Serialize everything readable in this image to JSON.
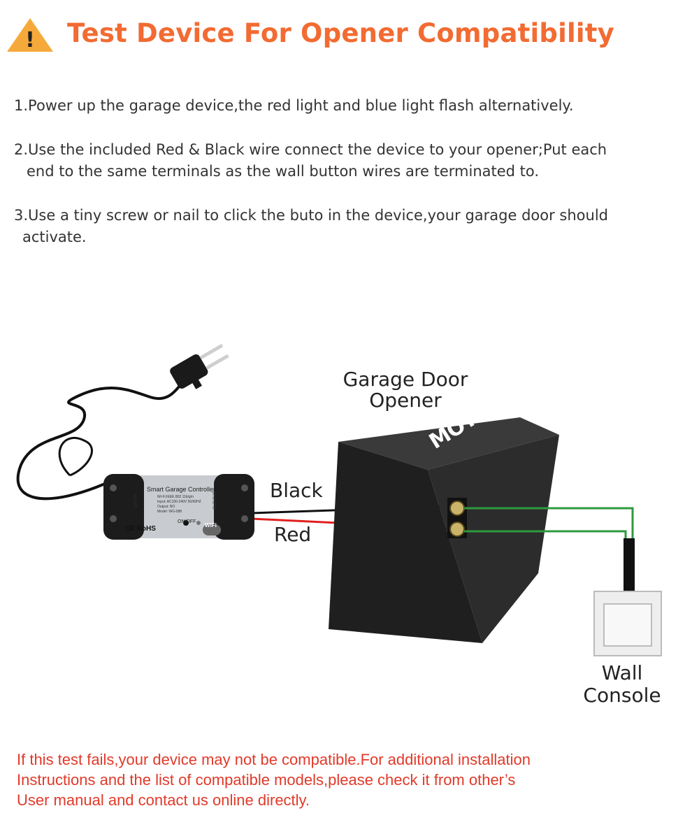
{
  "header": {
    "title": "Test Device For Opener Compatibility",
    "warning_glyph": "!",
    "icon": "warning-triangle-icon",
    "accent_color": "#f26b32"
  },
  "steps": [
    {
      "line1": "1.Power up the garage device,the red light and blue light flash alternatively.",
      "line2": ""
    },
    {
      "line1": "2.Use the included Red & Black wire connect the device to your opener;Put each",
      "line2": "end to the same terminals as the wall button wires are terminated to."
    },
    {
      "line1": "3.Use a tiny screw or nail to click the buto in the device,your garage door should",
      "line2": "activate."
    }
  ],
  "diagram": {
    "opener_label_1": "Garage Door",
    "opener_label_2": "Opener",
    "motor_label": "MOTOR",
    "black_wire_label": "Black",
    "red_wire_label": "Red",
    "wall_label_1": "Wall",
    "wall_label_2": "Console",
    "device": {
      "title": "Smart Garage Controller",
      "spec_1": "Wi-Fi:IEEE 802.11b/g/n",
      "spec_2": "Input: AC100-240V 50/60HZ",
      "spec_3": "Output: NO",
      "spec_4": "Model: WG-088",
      "input_label": "IN PUT",
      "output_label": "OUT PUT",
      "switch_label": "ON/OFF",
      "cert_label": "CE RoHS",
      "wifi_label": "WiFi"
    },
    "colors": {
      "black_wire": "#111111",
      "red_wire": "#e02020",
      "green_wire": "#2e9a3e",
      "motor_box": "#262626"
    }
  },
  "footer": {
    "line1": "If this test fails,your device may not be compatible.For additional installation",
    "line2": "Instructions and the list of compatible models,please check it from other’s",
    "line3": "User manual and contact us online directly.",
    "color": "#e03a2a"
  }
}
